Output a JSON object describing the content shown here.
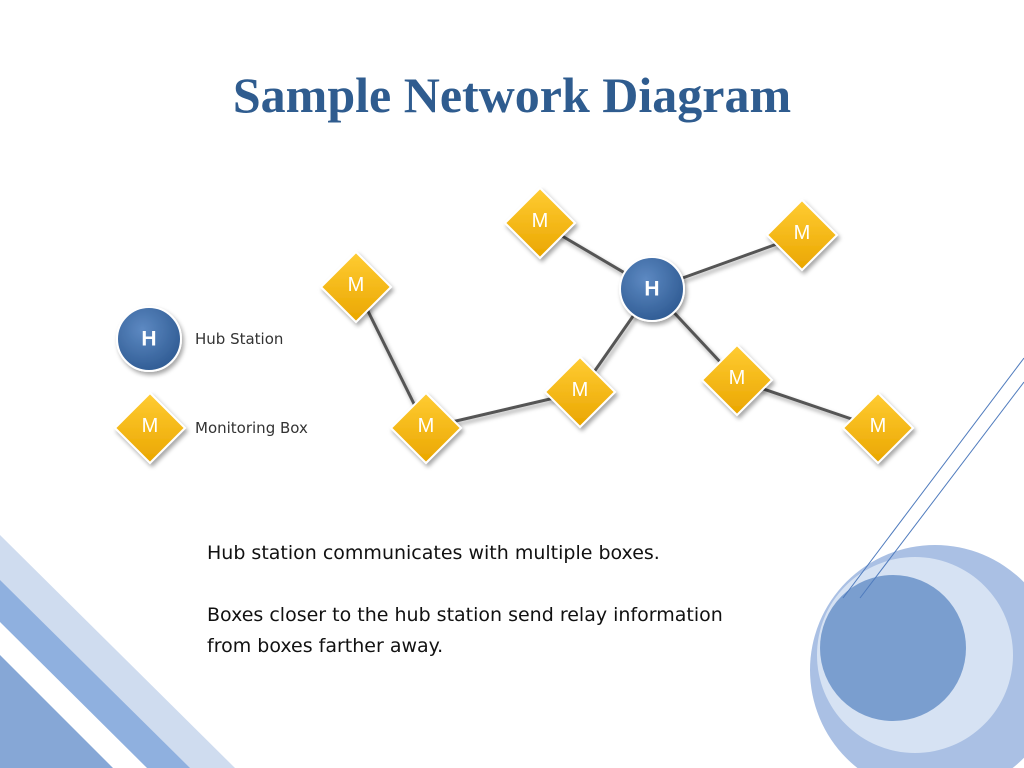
{
  "slide": {
    "title": "Sample Network Diagram",
    "colors": {
      "title": "#2f5c8f",
      "hub_fill": "#3c6aa2",
      "box_fill": "#f3b400",
      "link": "#555555",
      "decor_light": "#cad8ee",
      "decor_mid": "#8fb0df",
      "decor_dark": "#7b9fd0"
    }
  },
  "legend": {
    "hub": {
      "symbol": "H",
      "label": "Hub Station"
    },
    "box": {
      "symbol": "M",
      "label": "Monitoring Box"
    }
  },
  "network": {
    "hub": {
      "id": "hub",
      "label": "H"
    },
    "boxes": [
      {
        "id": "m-top",
        "label": "M"
      },
      {
        "id": "m-top-right",
        "label": "M"
      },
      {
        "id": "m-left-upper",
        "label": "M"
      },
      {
        "id": "m-center",
        "label": "M"
      },
      {
        "id": "m-right-middle",
        "label": "M"
      },
      {
        "id": "m-bottom-left",
        "label": "M"
      },
      {
        "id": "m-bottom-right",
        "label": "M"
      }
    ],
    "links": [
      {
        "from": "m-top",
        "to": "hub"
      },
      {
        "from": "m-top-right",
        "to": "hub"
      },
      {
        "from": "m-center",
        "to": "hub"
      },
      {
        "from": "m-right-middle",
        "to": "hub"
      },
      {
        "from": "m-left-upper",
        "to": "m-bottom-left"
      },
      {
        "from": "m-bottom-left",
        "to": "m-center"
      },
      {
        "from": "m-right-middle",
        "to": "m-bottom-right"
      }
    ]
  },
  "body": {
    "line1": "Hub station communicates with multiple boxes.",
    "line2": "Boxes closer to the hub station send relay information",
    "line3": "from boxes farther away."
  }
}
